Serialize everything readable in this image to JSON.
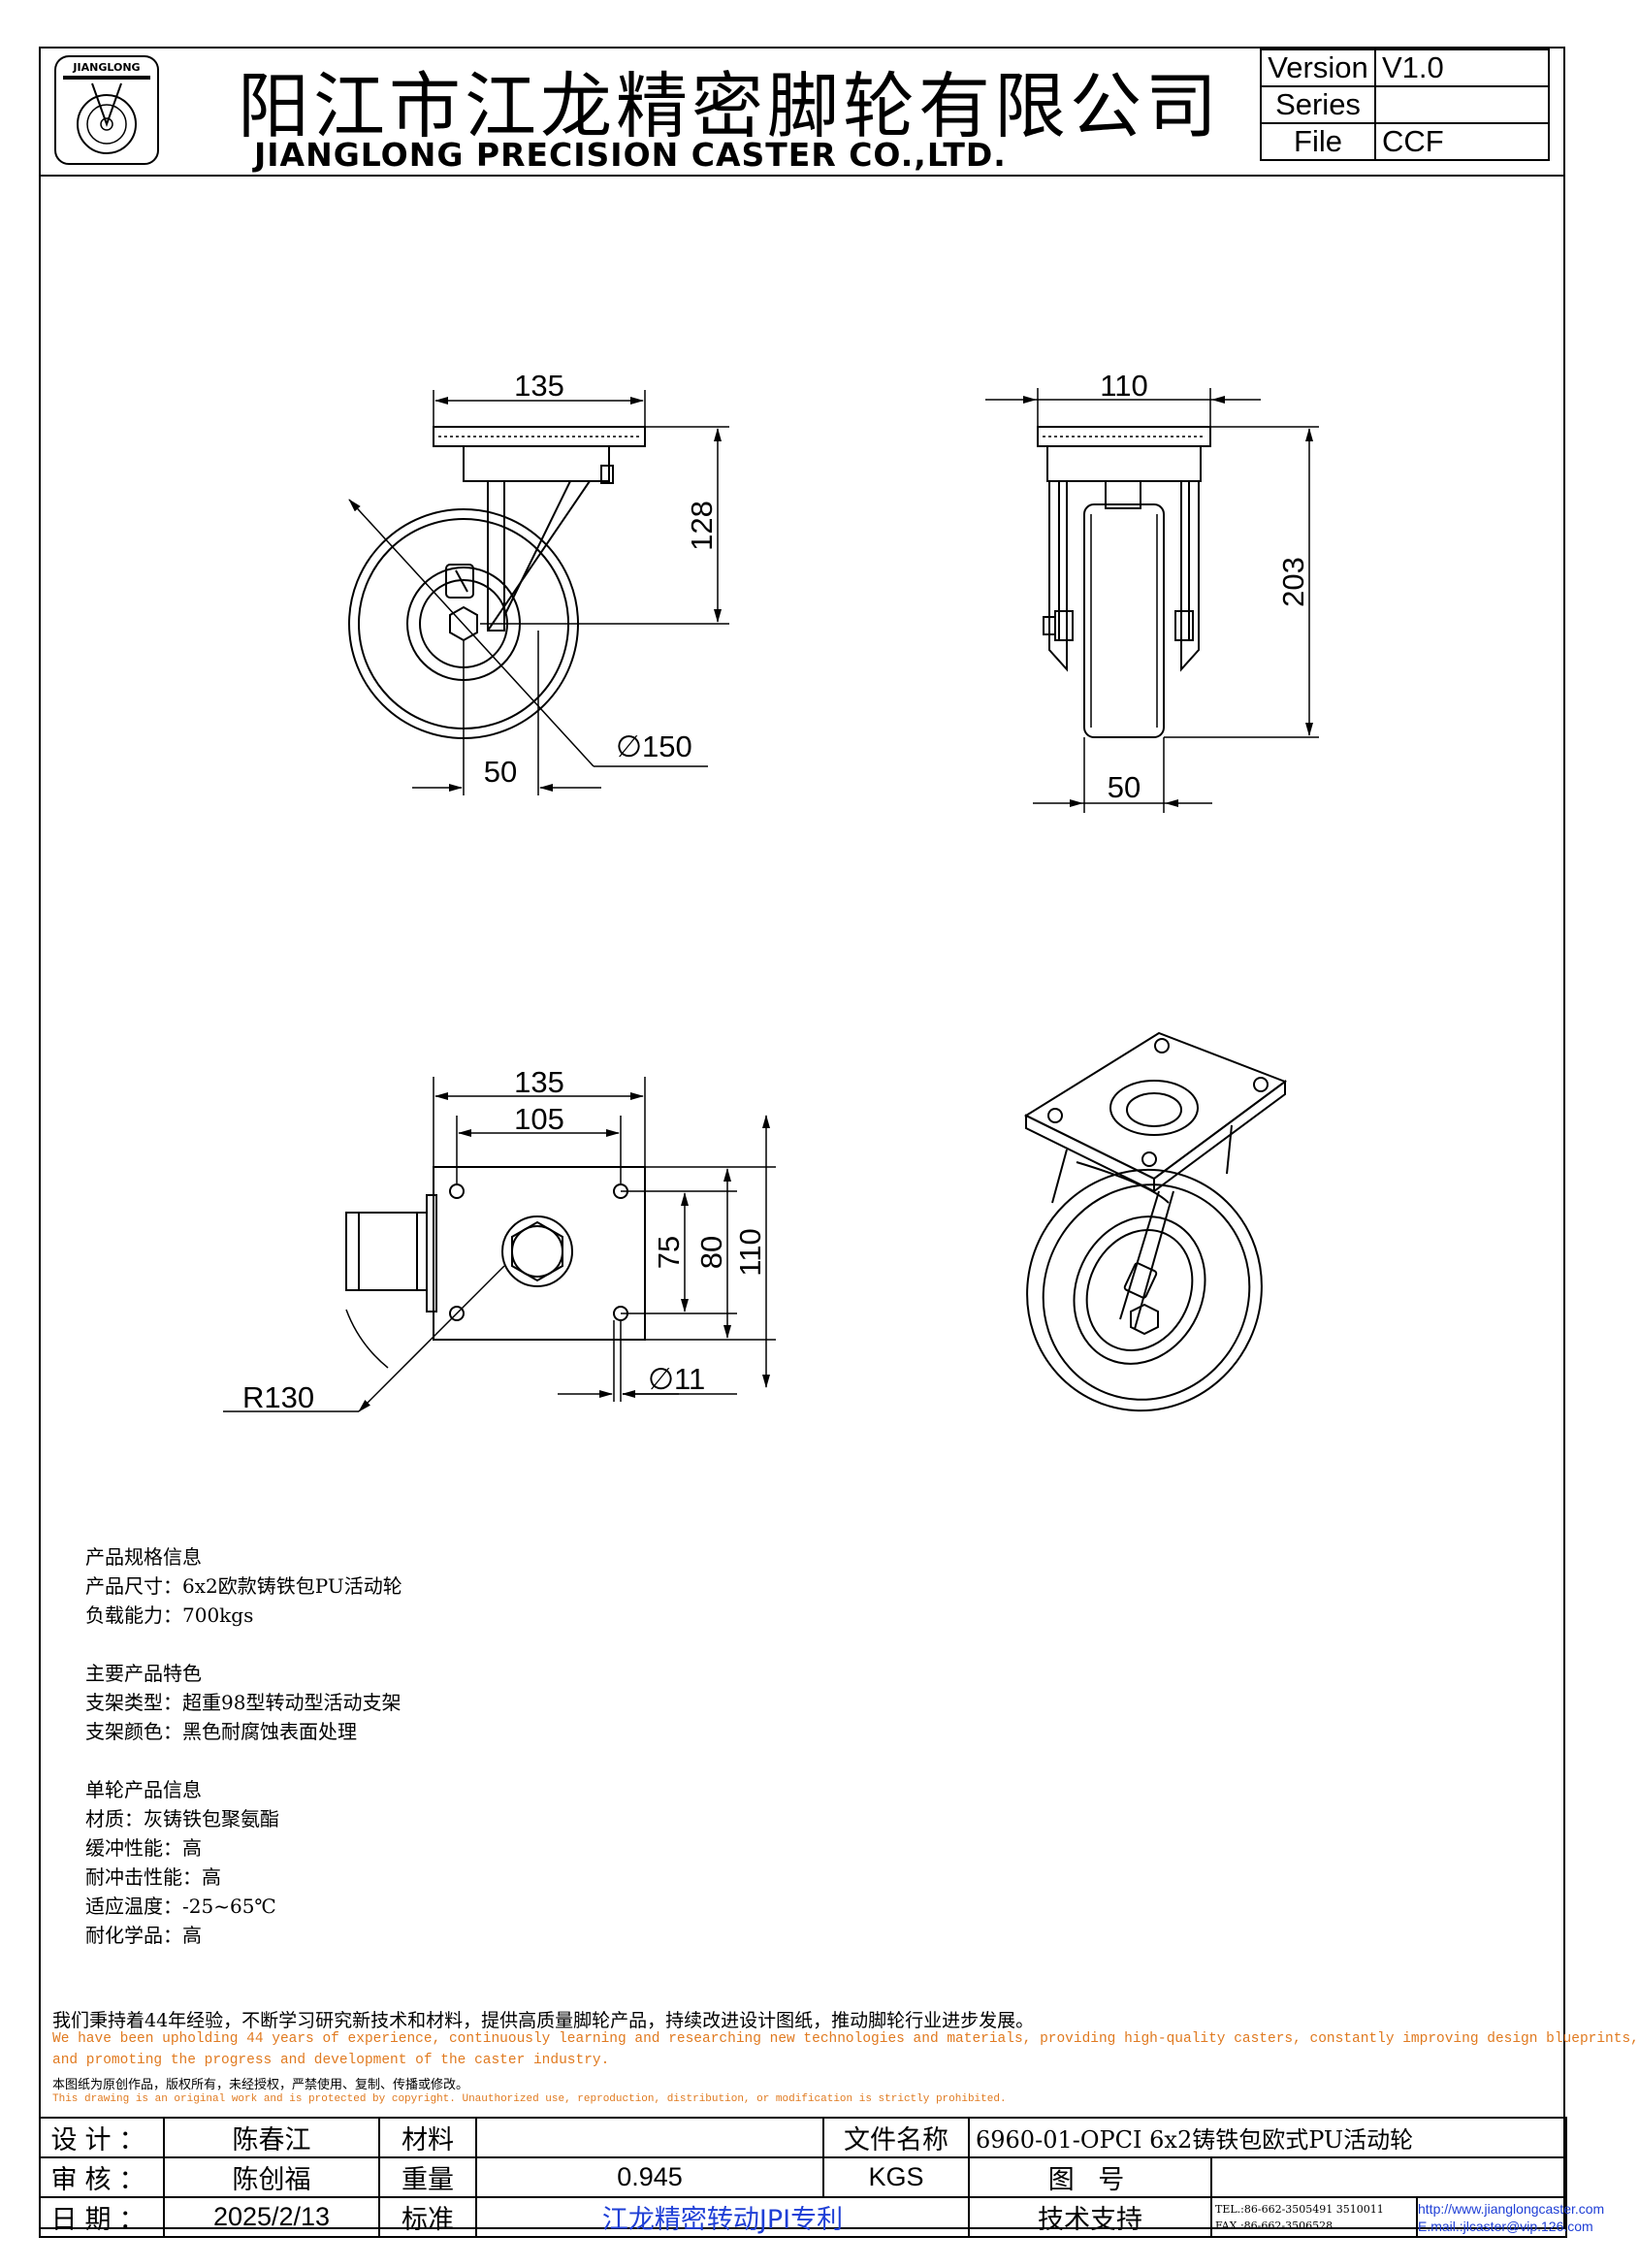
{
  "header": {
    "company_cn": "阳江市江龙精密脚轮有限公司",
    "company_en": "JIANGLONG PRECISION CASTER CO.,LTD.",
    "logo_text": "JIANGLONG"
  },
  "meta": {
    "version_label": "Version",
    "version_value": "V1.0",
    "series_label": "Series",
    "series_value": "",
    "file_label": "File",
    "file_value": "CCF"
  },
  "dimensions": {
    "side_width": "135",
    "side_height": "128",
    "side_diameter": "∅150",
    "side_offset": "50",
    "front_width": "110",
    "front_height": "203",
    "front_wheel_width": "50",
    "top_plate_width": "135",
    "top_hole_spacing_x": "105",
    "top_hole_spacing_y": "75",
    "top_inner": "80",
    "top_plate_height": "110",
    "top_hole_diameter": "∅11",
    "top_radius": "R130"
  },
  "spec": {
    "lines": [
      "产品规格信息",
      "产品尺寸：6x2欧款铸铁包PU活动轮",
      "负载能力：700kgs",
      "",
      "主要产品特色",
      "支架类型：超重98型转动型活动支架",
      "支架颜色：黑色耐腐蚀表面处理",
      "",
      "单轮产品信息",
      "材质：灰铸铁包聚氨酯",
      "缓冲性能：高",
      "耐冲击性能：高",
      "适应温度：-25~65℃",
      "耐化学品：高"
    ]
  },
  "statement": {
    "cn": "我们秉持着44年经验，不断学习研究新技术和材料，提供高质量脚轮产品，持续改进设计图纸，推动脚轮行业进步发展。",
    "en1": "We have been upholding 44 years of experience, continuously learning and researching new technologies and materials, providing high-quality casters, constantly improving design blueprints,",
    "en2": "and promoting the progress and development of the caster industry.",
    "cn2": "本图纸为原创作品，版权所有，未经授权，严禁使用、复制、传播或修改。",
    "en3": "This drawing is an original work and is protected by copyright. Unauthorized use, reproduction, distribution, or modification is strictly prohibited."
  },
  "titleblock": {
    "design_label": "设计：",
    "design_value": "陈春江",
    "material_label": "材料",
    "material_value": "",
    "filename_label": "文件名称",
    "filename_value": "6960-01-OPCI 6x2铸铁包欧式PU活动轮",
    "review_label": "审核：",
    "review_value": "陈创福",
    "weight_label": "重量",
    "weight_value": "0.945",
    "weight_unit": "KGS",
    "drawing_label": "图 号",
    "drawing_value": "",
    "date_label": "日期：",
    "date_value": "2025/2/13",
    "standard_label": "标准",
    "standard_value": "江龙精密转动JPI专利",
    "support_label": "技术支持",
    "tel": "TEL.:86-662-3505491 3510011",
    "fax": "FAX.:86-662-3506528",
    "web": "http://www.jianglongcaster.com",
    "email": "E.mail.:jlcaster@vip.126.com"
  }
}
